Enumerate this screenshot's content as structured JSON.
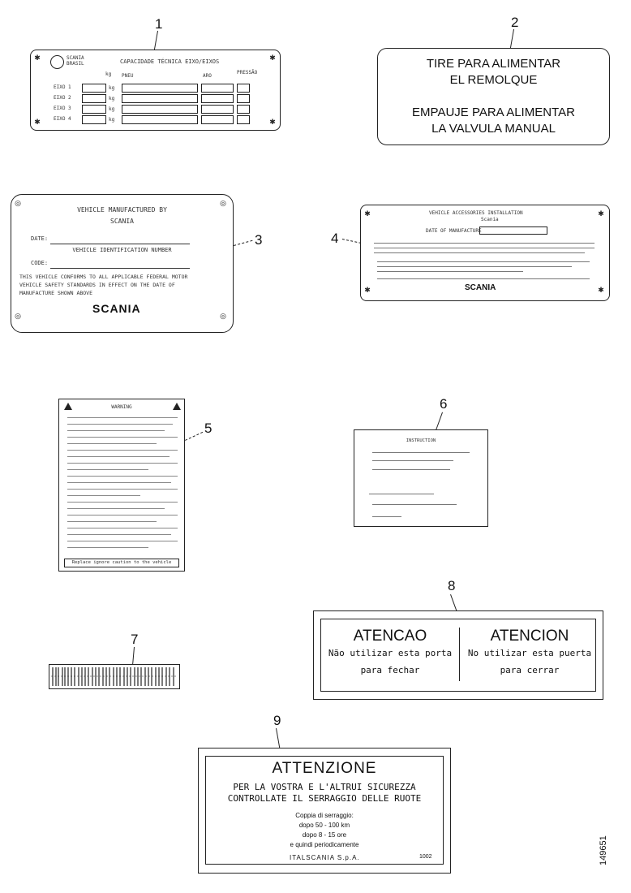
{
  "callouts": [
    "1",
    "2",
    "3",
    "4",
    "5",
    "6",
    "7",
    "8",
    "9"
  ],
  "plate1": {
    "brand_top": "SCANIA",
    "brand_sub": "BRASIL",
    "title": "CAPACIDADE TÉCNICA EIXO/EIXOS",
    "col_weight": "kg",
    "col_tire": "PNEU",
    "col_rim": "ARO",
    "col_pressure": "PRESSÃO",
    "rows": [
      "EIXO 1",
      "EIXO 2",
      "EIXO 3",
      "EIXO 4"
    ],
    "unit": "kg"
  },
  "plate2": {
    "line1": "TIRE PARA ALIMENTAR",
    "line2": "EL REMOLQUE",
    "line3": "EMPAUJE PARA ALIMENTAR",
    "line4": "LA VALVULA MANUAL"
  },
  "plate3": {
    "line1": "VEHICLE MANUFACTURED BY",
    "line2": "SCANIA",
    "date_label": "DATE:",
    "vin_title": "VEHICLE IDENTIFICATION NUMBER",
    "code_label": "CODE:",
    "statement1": "THIS VEHICLE CONFORMS TO ALL APPLICABLE FEDERAL MOTOR",
    "statement2": "VEHICLE SAFETY STANDARDS IN EFFECT ON THE DATE OF",
    "statement3": "MANUFACTURE SHOWN ABOVE",
    "logo": "SCANIA"
  },
  "plate4": {
    "title": "VEHICLE ACCESSORIES INSTALLATION",
    "subtitle": "Scania",
    "field_label": "DATE OF MANUFACTURE",
    "logo": "SCANIA"
  },
  "plate5": {
    "heading": "WARNING",
    "footer": "Replace ignore caution to the vehicle"
  },
  "plate6": {
    "heading": "INSTRUCTION"
  },
  "plate8": {
    "left_title": "ATENCAO",
    "left_line1": "Não utilizar esta porta",
    "left_line2": "para fechar",
    "right_title": "ATENCION",
    "right_line1": "No utilizar esta puerta",
    "right_line2": "para cerrar"
  },
  "plate9": {
    "title": "ATTENZIONE",
    "line1": "PER LA VOSTRA E L'ALTRUI SICUREZZA",
    "line2": "CONTROLLATE IL SERRAGGIO DELLE RUOTE",
    "small1": "Coppia di serraggio:",
    "small2": "dopo 50 - 100 km",
    "small3": "dopo 8 - 15 ore",
    "small4": "e quindi periodicamente",
    "footer": "ITALSCANIA S.p.A.",
    "code": "1002"
  },
  "side_code": "149651"
}
